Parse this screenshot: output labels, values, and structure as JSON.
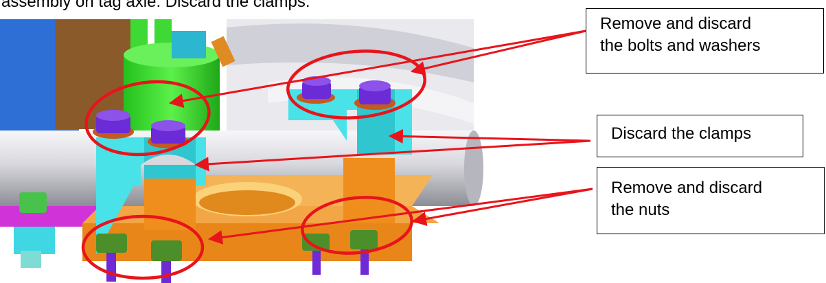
{
  "document": {
    "header_fragment": "assembly on tag axle. Discard the clamps."
  },
  "callouts": [
    {
      "line1": "Remove and discard",
      "line2": "the bolts and washers"
    },
    {
      "line1": "Discard the clamps",
      "line2": ""
    },
    {
      "line1": "Remove and discard",
      "line2": "the nuts"
    }
  ],
  "colors": {
    "annotation_red": "#e8141b",
    "clamp_cyan": "#3fe3e8",
    "bolt_purple": "#6b2bd6",
    "pedestal_orange": "#f08a1c",
    "nut_green": "#4c8f2a",
    "axle_grey": "#d9d9de",
    "cylinder_green": "#33e028"
  }
}
